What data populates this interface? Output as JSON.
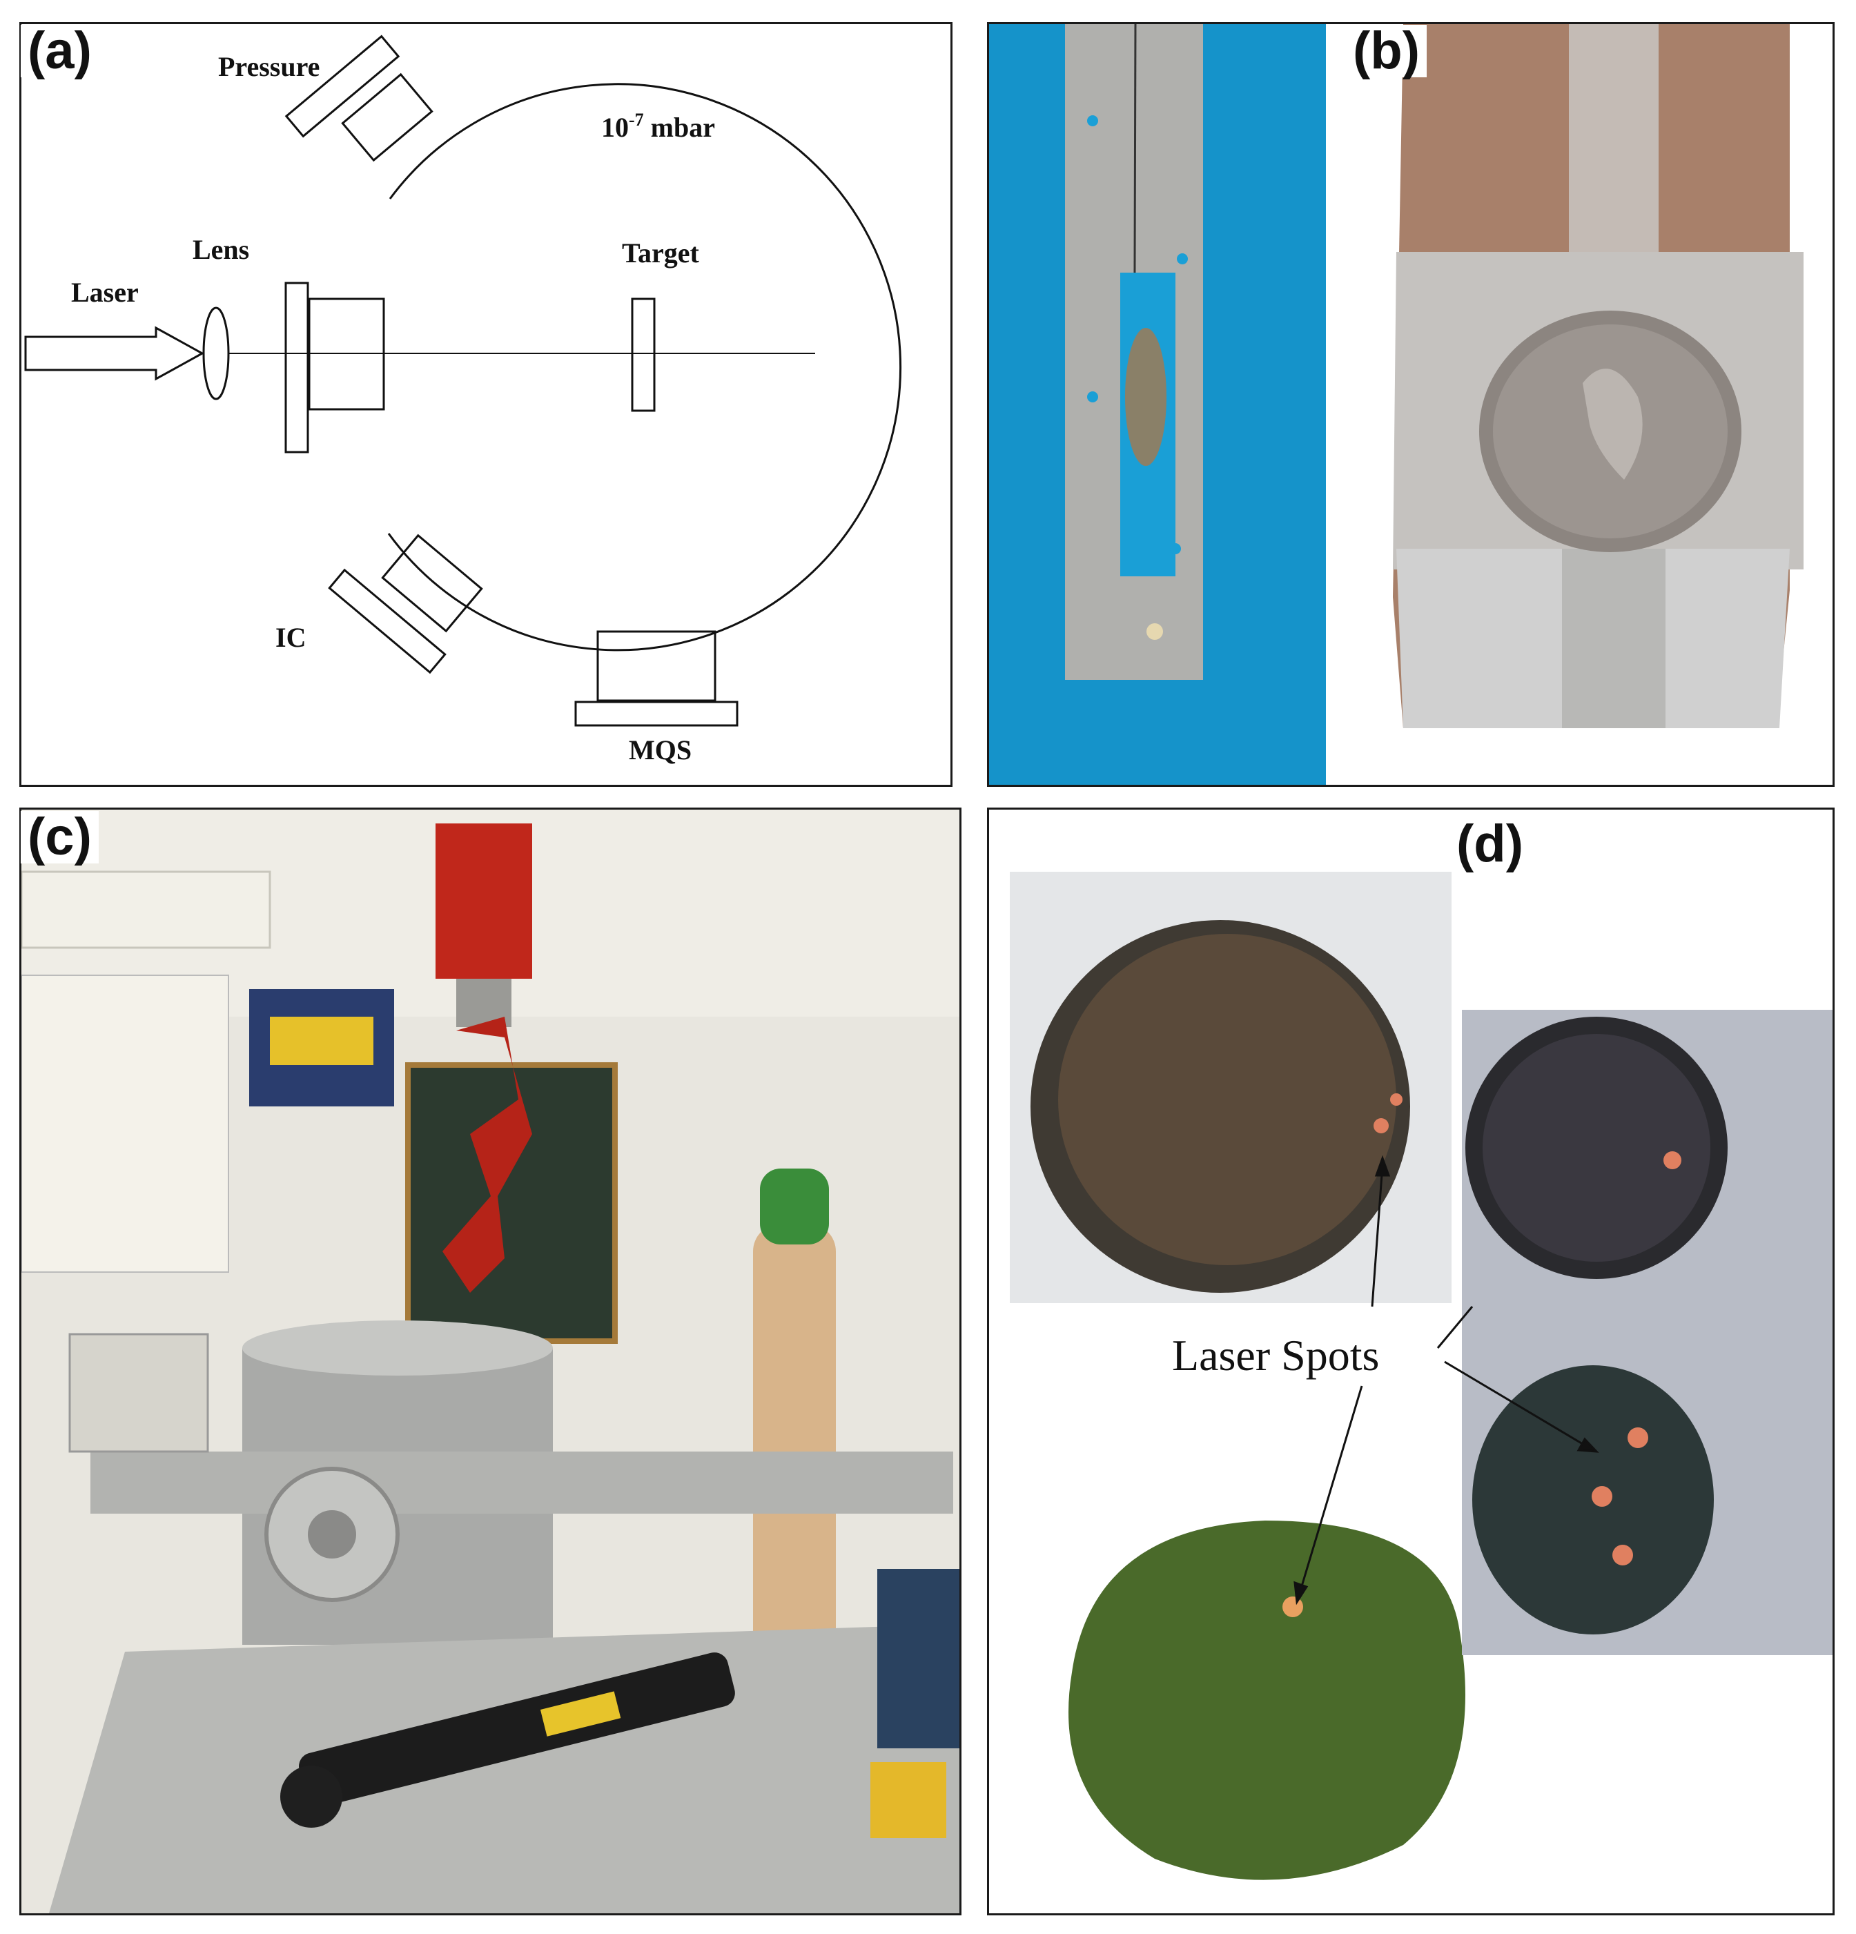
{
  "panels": {
    "a": {
      "label": "(a)",
      "texts": {
        "pressure": "Pressure",
        "vacuum_base": "10",
        "vacuum_exp": "-7",
        "vacuum_unit": " mbar",
        "lens": "Lens",
        "laser": "Laser",
        "target": "Target",
        "ic": "IC",
        "mqs": "MQS"
      }
    },
    "b": {
      "label": "(b)"
    },
    "c": {
      "label": "(c)"
    },
    "d": {
      "label": "(d)",
      "annotation": "Laser Spots"
    }
  },
  "colors": {
    "line": "#111111",
    "blue_background": "#1a9fd6",
    "steel": "#b9b9b6",
    "coin_bronze": "#5a4a3a",
    "coin_green": "#4a6a2a",
    "laser_spot": "#e08060",
    "red_housing": "#c0271b",
    "lab_wall": "#e8e6df"
  }
}
